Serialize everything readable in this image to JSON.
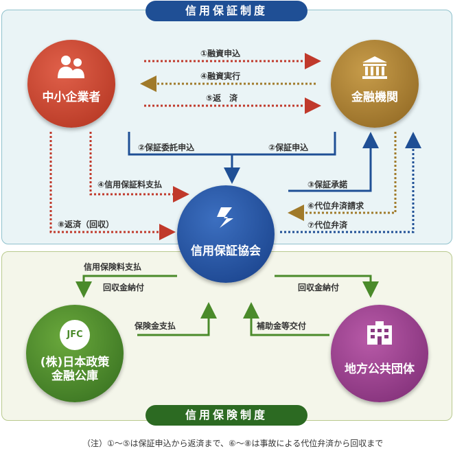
{
  "banners": {
    "top": "信用保証制度",
    "bottom": "信用保険制度"
  },
  "nodes": {
    "sme": "中小企業者",
    "bank": "金融機関",
    "kyokai": "信用保証協会",
    "jfc_line1": "(株)日本政策",
    "jfc_line2": "金融公庫",
    "jfc_logo": "JFC",
    "local": "地方公共団体"
  },
  "flows": {
    "f1": "①融資申込",
    "f4a": "④融資実行",
    "f5": "⑤返　済",
    "f2a": "②保証委託申込",
    "f2b": "②保証申込",
    "f3": "③保証承諾",
    "f4b": "④信用保証料支払",
    "f6": "⑥代位弁済請求",
    "f7": "⑦代位弁済",
    "f8": "⑧返済（回収）",
    "ins_fee": "信用保険料支払",
    "collect_left": "回収金納付",
    "ins_pay": "保険金支払",
    "subsidy": "補助金等交付",
    "collect_right": "回収金納付"
  },
  "note": "（注）①〜⑤は保証申込から返済まで、⑥〜⑧は事故による代位弁済から回収まで",
  "colors": {
    "red_dot": "#c0392b",
    "brown_dot": "#a07a2a",
    "blue": "#1f4f95",
    "green": "#4a8a2a"
  }
}
